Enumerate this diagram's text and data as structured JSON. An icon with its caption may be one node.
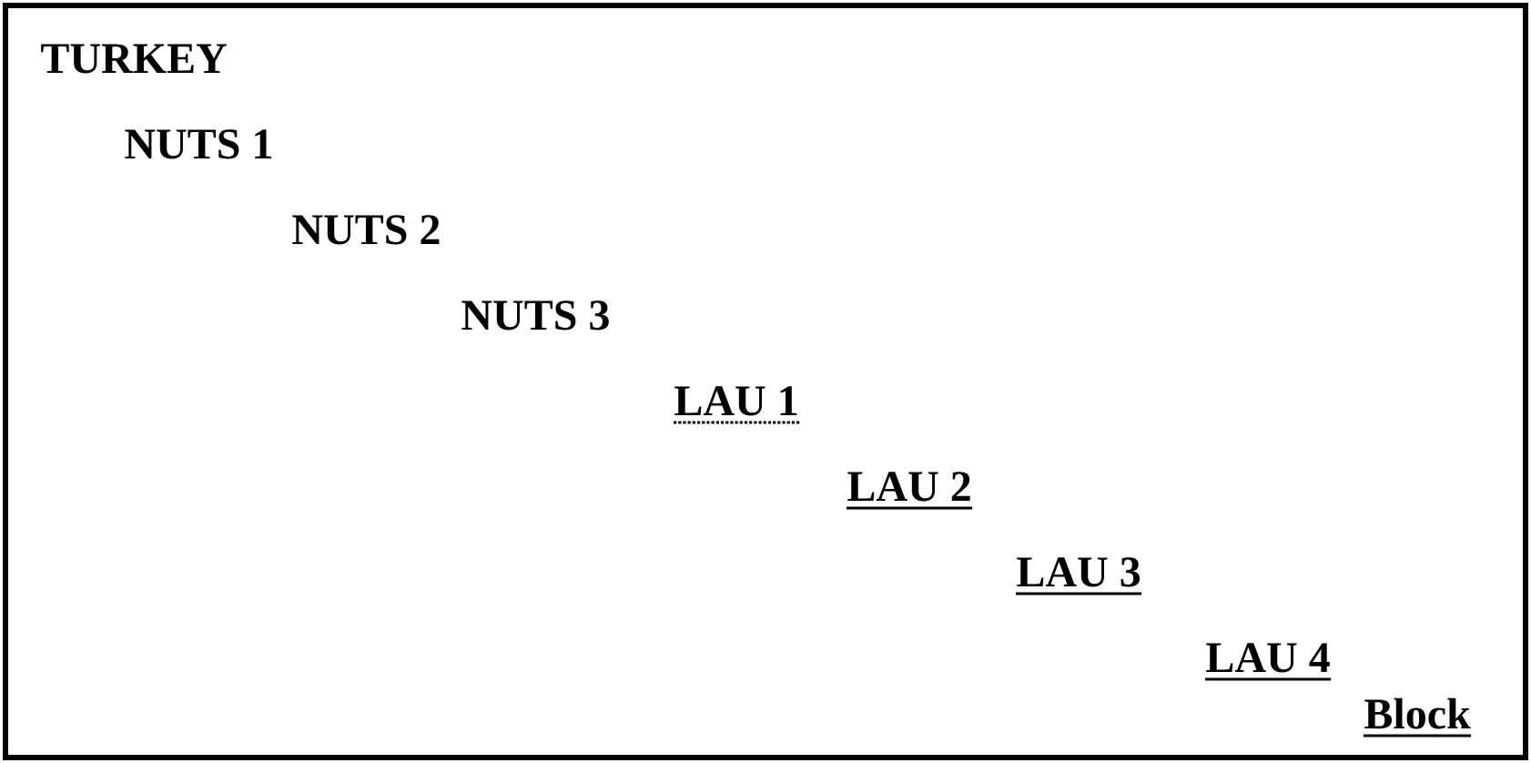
{
  "diagram": {
    "nodes": [
      {
        "text": [
          "TURKEY",
          "NUTS 1",
          "NUTS 2",
          "NUTS 3",
          "LAU 1",
          "LAU 2",
          "LAU 3",
          "LAU 4",
          "Block"
        ]
      }
    ]
  }
}
